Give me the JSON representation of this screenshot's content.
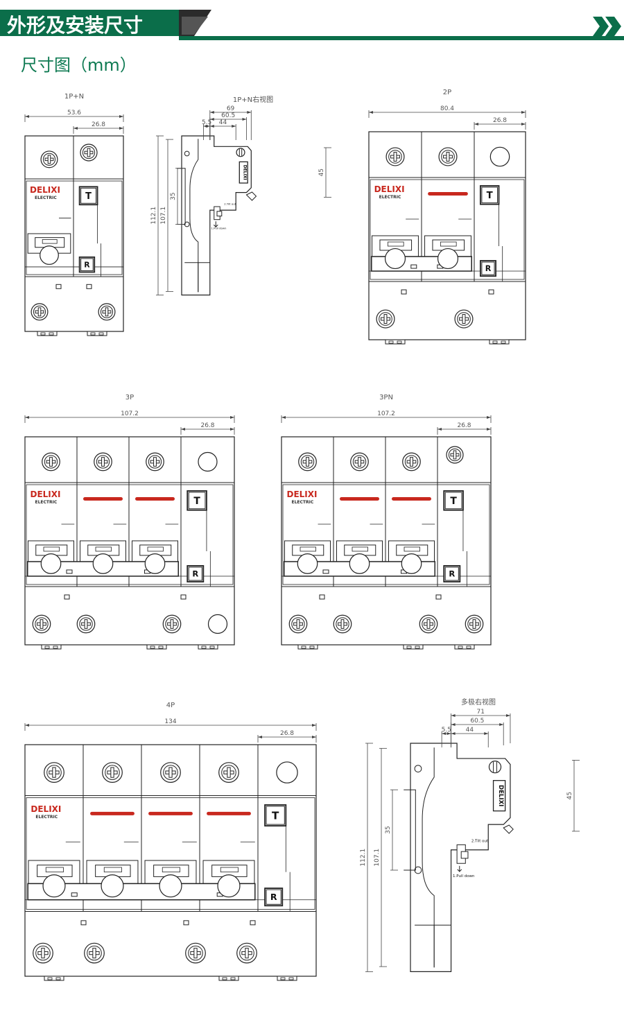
{
  "header": {
    "title": "外形及安装尺寸",
    "accent_color": "#0b6e4a",
    "arrow_icon": "double-chevron-right-icon"
  },
  "subtitle": "尺寸图（mm）",
  "brand": {
    "name": "DELIXI",
    "sub": "ELECTRIC",
    "color": "#c8281e"
  },
  "buttons": {
    "test": "T",
    "reset": "R"
  },
  "side_text": {
    "pull": "1.Pull down",
    "tilt": "2.Tilt out"
  },
  "views": {
    "v1p": {
      "title": "1P+N",
      "width": "53.6",
      "pole": "26.8"
    },
    "vside1": {
      "title": "1P+N右视图",
      "d1": "69",
      "d2": "60.5",
      "d3": "44",
      "d4": "5.5",
      "h1": "112.1",
      "h2": "107.1",
      "h3": "35",
      "h4": "45"
    },
    "v2p": {
      "title": "2P",
      "width": "80.4",
      "pole": "26.8"
    },
    "v3p": {
      "title": "3P",
      "width": "107.2",
      "pole": "26.8"
    },
    "v3pn": {
      "title": "3PN",
      "width": "107.2",
      "pole": "26.8"
    },
    "v4p": {
      "title": "4P",
      "width": "134",
      "pole": "26.8"
    },
    "vside2": {
      "title": "多极右视图",
      "d1": "71",
      "d2": "60.5",
      "d3": "44",
      "d4": "5.5",
      "h1": "112.1",
      "h2": "107.1",
      "h3": "35",
      "h4": "45"
    }
  }
}
